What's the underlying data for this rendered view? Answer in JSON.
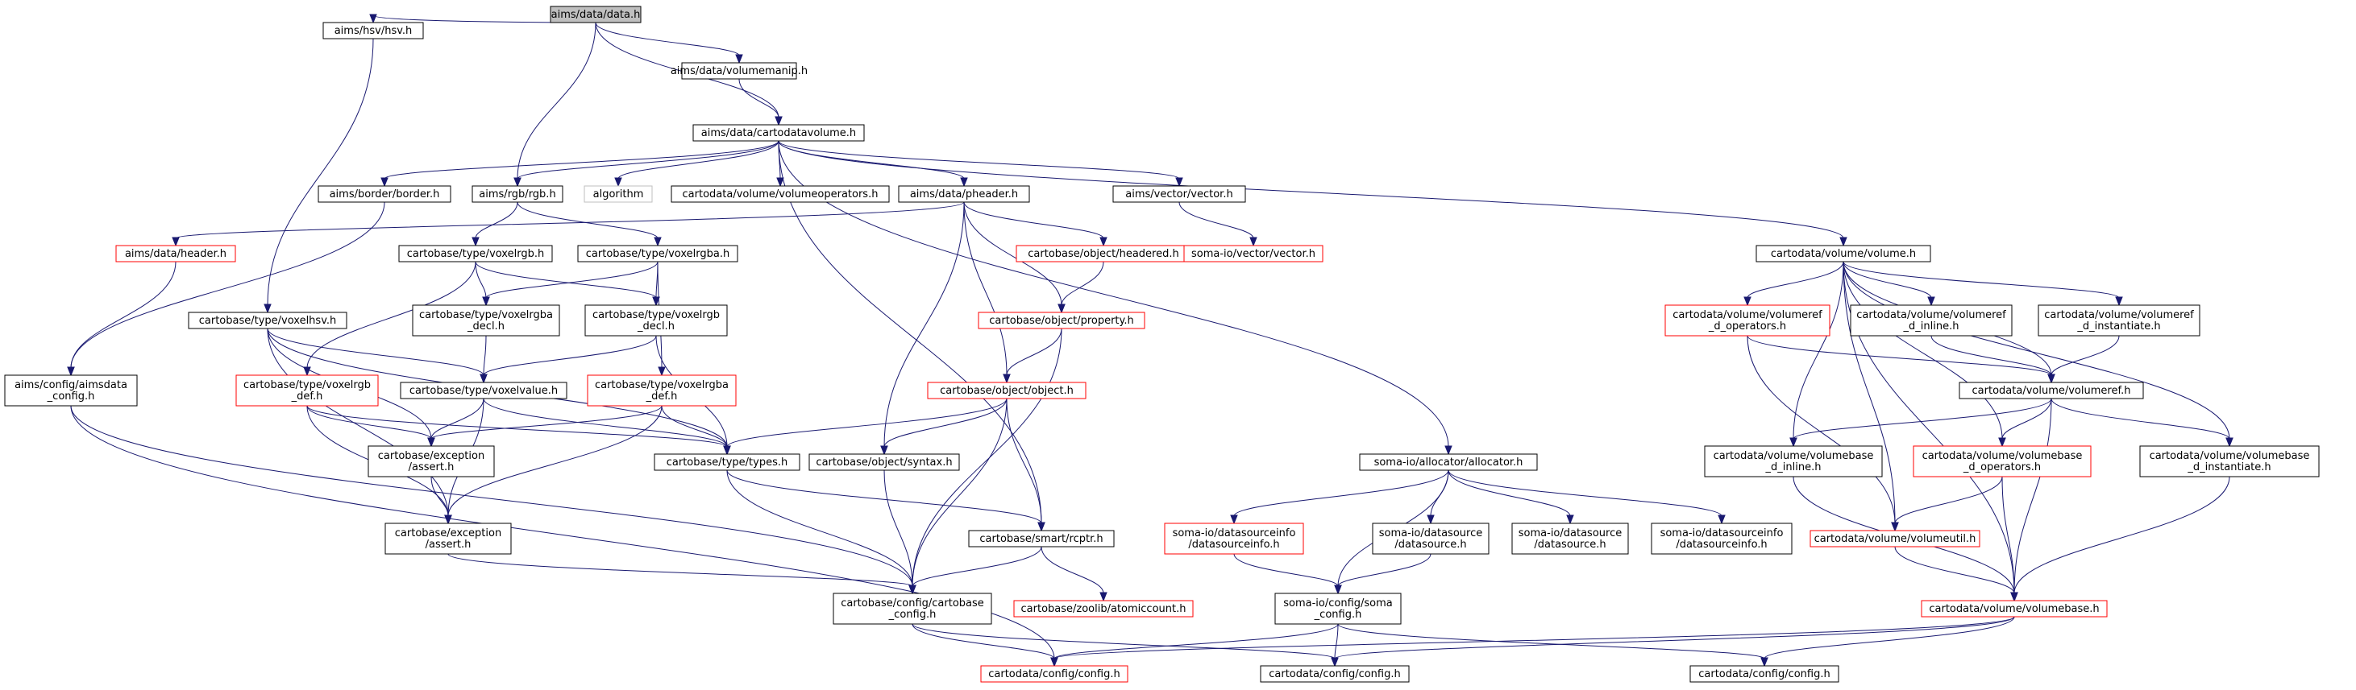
{
  "colors": {
    "edge": "#191970",
    "node_border_normal": "#000000",
    "node_border_incomplete": "#ff0000",
    "node_border_external": "#bfbfbf",
    "root_fill": "#bfbfbf",
    "node_fill": "#ffffff"
  },
  "nodes": [
    {
      "id": "data_h",
      "lines": [
        "aims/data/data.h"
      ],
      "style": "root"
    },
    {
      "id": "hsv_h",
      "lines": [
        "aims/hsv/hsv.h"
      ],
      "style": "normal"
    },
    {
      "id": "volumemanip_h",
      "lines": [
        "aims/data/volumemanip.h"
      ],
      "style": "normal"
    },
    {
      "id": "cartodatavolume_h",
      "lines": [
        "aims/data/cartodatavolume.h"
      ],
      "style": "normal"
    },
    {
      "id": "border_h",
      "lines": [
        "aims/border/border.h"
      ],
      "style": "normal"
    },
    {
      "id": "rgb_h",
      "lines": [
        "aims/rgb/rgb.h"
      ],
      "style": "normal"
    },
    {
      "id": "algorithm",
      "lines": [
        "algorithm"
      ],
      "style": "external"
    },
    {
      "id": "volumeoperators_h",
      "lines": [
        "cartodata/volume/volumeoperators.h"
      ],
      "style": "normal"
    },
    {
      "id": "pheader_h",
      "lines": [
        "aims/data/pheader.h"
      ],
      "style": "normal"
    },
    {
      "id": "aimsvector_h",
      "lines": [
        "aims/vector/vector.h"
      ],
      "style": "normal"
    },
    {
      "id": "volume_h",
      "lines": [
        "cartodata/volume/volume.h"
      ],
      "style": "normal"
    },
    {
      "id": "header_h",
      "lines": [
        "aims/data/header.h"
      ],
      "style": "incomplete"
    },
    {
      "id": "voxelrgb_h",
      "lines": [
        "cartobase/type/voxelrgb.h"
      ],
      "style": "normal"
    },
    {
      "id": "voxelrgba_h",
      "lines": [
        "cartobase/type/voxelrgba.h"
      ],
      "style": "normal"
    },
    {
      "id": "headered_h",
      "lines": [
        "cartobase/object/headered.h"
      ],
      "style": "incomplete"
    },
    {
      "id": "somavector_h",
      "lines": [
        "soma-io/vector/vector.h"
      ],
      "style": "incomplete"
    },
    {
      "id": "voxelhsv_h",
      "lines": [
        "cartobase/type/voxelhsv.h"
      ],
      "style": "normal"
    },
    {
      "id": "voxelrgba_decl_h",
      "lines": [
        "cartobase/type/voxelrgba",
        "_decl.h"
      ],
      "style": "normal"
    },
    {
      "id": "voxelrgb_decl_h",
      "lines": [
        "cartobase/type/voxelrgb",
        "_decl.h"
      ],
      "style": "normal"
    },
    {
      "id": "property_h",
      "lines": [
        "cartobase/object/property.h"
      ],
      "style": "incomplete"
    },
    {
      "id": "volumeref_ops_h",
      "lines": [
        "cartodata/volume/volumeref",
        "_d_operators.h"
      ],
      "style": "incomplete"
    },
    {
      "id": "volumeref_inline_h",
      "lines": [
        "cartodata/volume/volumeref",
        "_d_inline.h"
      ],
      "style": "normal"
    },
    {
      "id": "volumeref_inst_h",
      "lines": [
        "cartodata/volume/volumeref",
        "_d_instantiate.h"
      ],
      "style": "normal"
    },
    {
      "id": "aimsdata_config_h",
      "lines": [
        "aims/config/aimsdata",
        "_config.h"
      ],
      "style": "normal"
    },
    {
      "id": "voxelrgb_def_h",
      "lines": [
        "cartobase/type/voxelrgb",
        "_def.h"
      ],
      "style": "incomplete"
    },
    {
      "id": "voxelvalue_h",
      "lines": [
        "cartobase/type/voxelvalue.h"
      ],
      "style": "normal"
    },
    {
      "id": "voxelrgba_def_h",
      "lines": [
        "cartobase/type/voxelrgba",
        "_def.h"
      ],
      "style": "incomplete"
    },
    {
      "id": "object_h",
      "lines": [
        "cartobase/object/object.h"
      ],
      "style": "incomplete"
    },
    {
      "id": "volumeref_h",
      "lines": [
        "cartodata/volume/volumeref.h"
      ],
      "style": "normal"
    },
    {
      "id": "allocator_h",
      "lines": [
        "soma-io/allocator/allocator.h"
      ],
      "style": "normal"
    },
    {
      "id": "exception_assert_a",
      "lines": [
        "cartobase/exception",
        "/assert.h"
      ],
      "style": "normal"
    },
    {
      "id": "types_h",
      "lines": [
        "cartobase/type/types.h"
      ],
      "style": "normal"
    },
    {
      "id": "syntax_h",
      "lines": [
        "cartobase/object/syntax.h"
      ],
      "style": "normal"
    },
    {
      "id": "volumebase_inline_h",
      "lines": [
        "cartodata/volume/volumebase",
        "_d_inline.h"
      ],
      "style": "normal"
    },
    {
      "id": "volumebase_ops_h",
      "lines": [
        "cartodata/volume/volumebase",
        "_d_operators.h"
      ],
      "style": "incomplete"
    },
    {
      "id": "volumebase_inst_h",
      "lines": [
        "cartodata/volume/volumebase",
        "_d_instantiate.h"
      ],
      "style": "normal"
    },
    {
      "id": "exception_assert_b",
      "lines": [
        "cartobase/exception",
        "/assert.h"
      ],
      "style": "normal"
    },
    {
      "id": "rcptr_h",
      "lines": [
        "cartobase/smart/rcptr.h"
      ],
      "style": "normal"
    },
    {
      "id": "datasourceinfo_red",
      "lines": [
        "soma-io/datasourceinfo",
        "/datasourceinfo.h"
      ],
      "style": "incomplete"
    },
    {
      "id": "datasource_a",
      "lines": [
        "soma-io/datasource",
        "/datasource.h"
      ],
      "style": "normal"
    },
    {
      "id": "datasource_b",
      "lines": [
        "soma-io/datasource",
        "/datasource.h"
      ],
      "style": "normal"
    },
    {
      "id": "datasourceinfo_black",
      "lines": [
        "soma-io/datasourceinfo",
        "/datasourceinfo.h"
      ],
      "style": "normal"
    },
    {
      "id": "volumeutil_h",
      "lines": [
        "cartodata/volume/volumeutil.h"
      ],
      "style": "incomplete"
    },
    {
      "id": "cartobase_config_h",
      "lines": [
        "cartobase/config/cartobase",
        "_config.h"
      ],
      "style": "normal"
    },
    {
      "id": "atomiccount_h",
      "lines": [
        "cartobase/zoolib/atomiccount.h"
      ],
      "style": "incomplete"
    },
    {
      "id": "soma_config_h",
      "lines": [
        "soma-io/config/soma",
        "_config.h"
      ],
      "style": "normal"
    },
    {
      "id": "volumebase_h",
      "lines": [
        "cartodata/volume/volumebase.h"
      ],
      "style": "incomplete"
    },
    {
      "id": "cartodata_config_red",
      "lines": [
        "cartodata/config/config.h"
      ],
      "style": "incomplete"
    },
    {
      "id": "cartodata_config_b",
      "lines": [
        "cartodata/config/config.h"
      ],
      "style": "normal"
    },
    {
      "id": "cartodata_config_c",
      "lines": [
        "cartodata/config/config.h"
      ],
      "style": "normal"
    }
  ]
}
